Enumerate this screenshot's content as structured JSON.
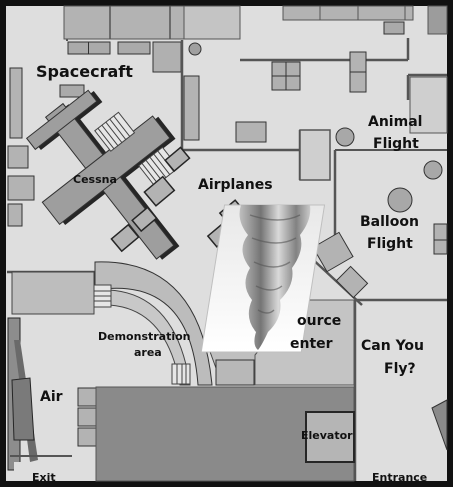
{
  "map": {
    "labels": {
      "spacecraft": "Spacecraft",
      "cessna": "Cessna",
      "airplanes": "Airplanes",
      "animal_flight_1": "Animal",
      "animal_flight_2": "Flight",
      "balloon_flight_1": "Balloon",
      "balloon_flight_2": "Flight",
      "demonstration_1": "Demonstration",
      "demonstration_2": "area",
      "resource_1": "ource",
      "resource_2": "enter",
      "can_you_fly_1": "Can You",
      "can_you_fly_2": "Fly?",
      "air": "Air",
      "elevator": "Elevator",
      "exit": "Exit",
      "entrance": "Entrance"
    },
    "colors": {
      "frame": "#111111",
      "floor": "#dedede",
      "wall": "#555555",
      "block": "#b3b3b3",
      "block_shadow": "#262626",
      "dark_gray": "#8a8a8a",
      "plane": "#999999"
    },
    "icons": {
      "tornado": "tornado-icon",
      "cessna": "airplane-icon",
      "small_plane": "small-airplane-icon"
    }
  }
}
